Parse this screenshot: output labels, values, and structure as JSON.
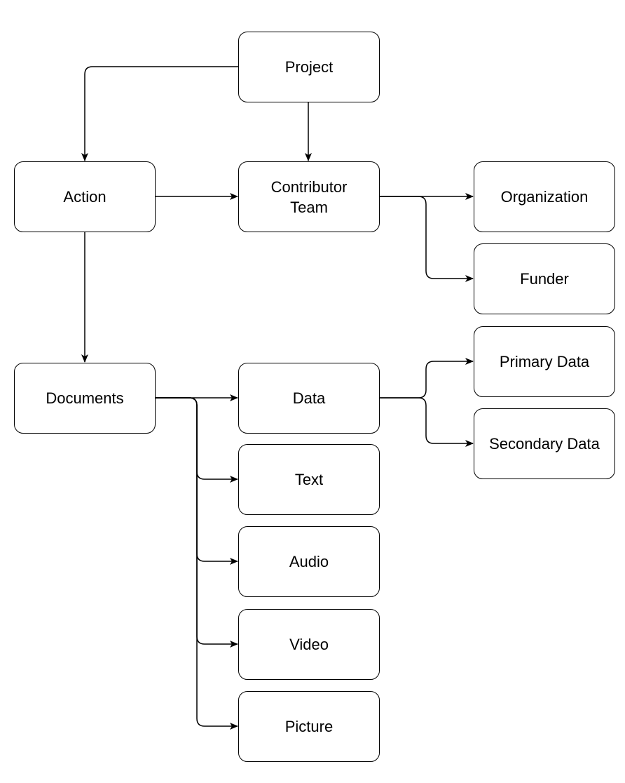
{
  "diagram": {
    "nodes": {
      "project": "Project",
      "action": "Action",
      "contributor_team": "Contributor\nTeam",
      "organization": "Organization",
      "funder": "Funder",
      "documents": "Documents",
      "data": "Data",
      "primary_data": "Primary Data",
      "secondary_data": "Secondary Data",
      "text": "Text",
      "audio": "Audio",
      "video": "Video",
      "picture": "Picture"
    },
    "edges": [
      {
        "from": "project",
        "to": "action"
      },
      {
        "from": "project",
        "to": "contributor_team"
      },
      {
        "from": "action",
        "to": "contributor_team"
      },
      {
        "from": "contributor_team",
        "to": "organization"
      },
      {
        "from": "contributor_team",
        "to": "funder"
      },
      {
        "from": "action",
        "to": "documents"
      },
      {
        "from": "documents",
        "to": "data"
      },
      {
        "from": "documents",
        "to": "text"
      },
      {
        "from": "documents",
        "to": "audio"
      },
      {
        "from": "documents",
        "to": "video"
      },
      {
        "from": "documents",
        "to": "picture"
      },
      {
        "from": "data",
        "to": "primary_data"
      },
      {
        "from": "data",
        "to": "secondary_data"
      }
    ],
    "colors": {
      "stroke": "#000000",
      "fill": "#ffffff",
      "text": "#000000"
    }
  }
}
